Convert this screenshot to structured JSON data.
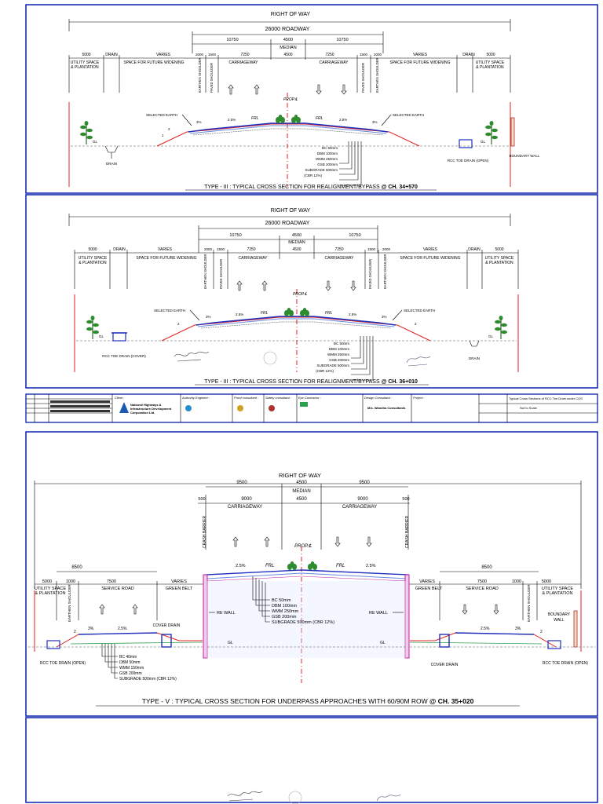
{
  "common": {
    "right_of_way": "RIGHT OF WAY",
    "roadway": "26000 ROADWAY",
    "w10750": "10750",
    "w4500": "4500",
    "median": "MEDIAN",
    "w5000": "5000",
    "drain": "DRAIN",
    "varies": "VARIES",
    "w2000": "2000",
    "w1500": "1500",
    "w7250": "7250",
    "carriageway": "CARRIAGEWAY",
    "utility": "UTILITY SPACE",
    "plantation": "& PLANTATION",
    "future": "SPACE FOR FUTURE WIDENING",
    "earthen_shoulder": "EARTHEN SHOULDER",
    "paved_shoulder": "PAVED SHOULDER",
    "prop_cl": "PROP.℄",
    "frl": "FRL",
    "selected_earth": "SELECTED EARTH",
    "slope_2p5": "2.5%",
    "slope_3": "3%",
    "slope_2": "2",
    "slope_1": "1",
    "gl": "GL",
    "bc50": "BC 50mm",
    "dbm100": "DBM 100mm",
    "wmm250": "WMM 250mm",
    "gsb200": "GSB 200mm",
    "subgrade": "SUBGRADE 500mm",
    "cbr": "(CBR 12%)"
  },
  "section1": {
    "toe_drain": "RCC TOE DRAIN (OPEN)",
    "boundary_wall": "BOUNDARY WALL",
    "title_main": "TYPE - III : TYPICAL CROSS SECTION FOR REALIGNMENT/BYPASS ",
    "title_ch": "@ CH. 34+570"
  },
  "section2": {
    "toe_drain": "RCC TOE DRAIN (COVER)",
    "title_main": "TYPE - III : TYPICAL CROSS SECTION FOR REALIGNMENT/BYPASS ",
    "title_ch": "@ CH. 36+010"
  },
  "titleblock": {
    "client": "Client :",
    "client_name1": "National Highways &",
    "client_name2": "Infrastructure Development",
    "client_name3": "Corporation Ltd.",
    "authority": "Authority Engineer :",
    "proof": "Proof consultant :",
    "safety": "Safety consultant :",
    "epc": "Epc Contractor :",
    "design": "Design Consultant :",
    "design_firm": "M/s. Wandha Consultants",
    "project": "Project :",
    "drawing_title": "Typical Cross Sections of RCC Toe Drain under COS",
    "scale": "Not to Scale"
  },
  "section3": {
    "w9500": "9500",
    "w9000": "9000",
    "w500": "500",
    "crash_barrier": "CRASH BARRIER",
    "w8500": "8500",
    "w1000": "1000",
    "w7500": "7500",
    "service_road": "SERVICE ROAD",
    "green_belt": "GREEN BELT",
    "re_wall": "RE WALL",
    "boundary": "BOUNDARY",
    "wall": "WALL",
    "cover_drain": "COVER DRAIN",
    "toe_open": "RCC TOE DRAIN (OPEN)",
    "sr_bc40": "BC 40mm",
    "sr_dbm50": "DBM 50mm",
    "sr_wmm150": "WMM 150mm",
    "sr_gsb200": "GSB 200mm",
    "sr_subgrade": "SUBGRADE 500mm (CBR 12%)",
    "main_subgrade": "SUBGRADE 500mm (CBR 12%)",
    "title_main": "TYPE - V : TYPICAL CROSS SECTION FOR UNDERPASS APPROACHES WITH 60/90M ROW ",
    "title_ch": "@ CH. 35+020"
  }
}
